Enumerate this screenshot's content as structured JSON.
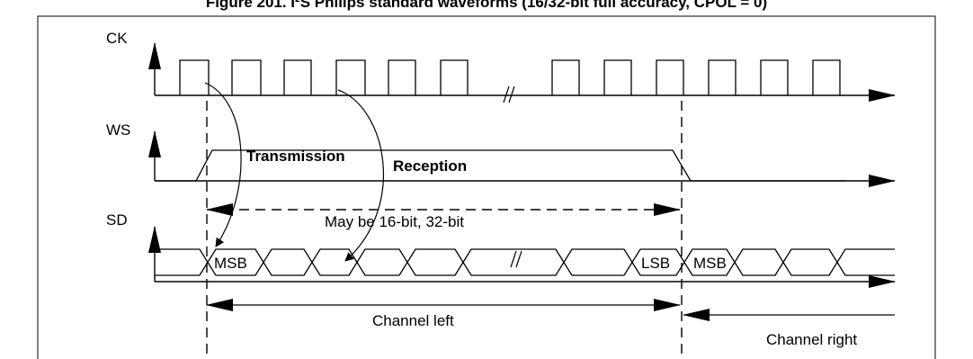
{
  "figure_title": "Figure 201. I²S Philips standard waveforms (16/32-bit full accuracy, CPOL = 0)",
  "signals": {
    "ck": "CK",
    "ws": "WS",
    "sd": "SD"
  },
  "labels": {
    "transmission": "Transmission",
    "reception": "Reception",
    "bit_width": "May be 16-bit, 32-bit",
    "msb": "MSB",
    "lsb": "LSB",
    "msb_right": "MSB",
    "channel_left": "Channel left",
    "channel_right": "Channel right"
  }
}
